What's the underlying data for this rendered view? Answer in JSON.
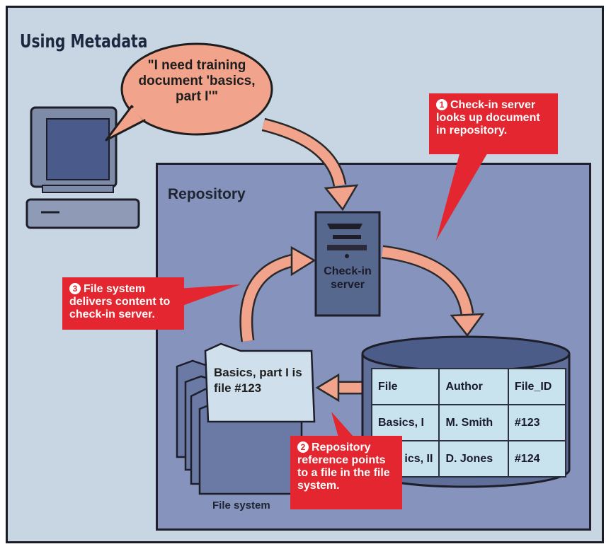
{
  "title": "Using Metadata",
  "speech_bubble": "\"I need training document 'basics, part I'\"",
  "repository": {
    "label": "Repository"
  },
  "server": {
    "label": "Check-in server"
  },
  "callouts": [
    {
      "num": "1",
      "text": "Check-in server looks up document in repository."
    },
    {
      "num": "2",
      "text": "Repository reference points to a file in the file system."
    },
    {
      "num": "3",
      "text": "File system delivers content to check-in server."
    }
  ],
  "file_system": {
    "label": "File system",
    "doc_text": "Basics, part I is file #123"
  },
  "table": {
    "headers": [
      "File",
      "Author",
      "File_ID"
    ],
    "rows": [
      [
        "Basics, I",
        "M. Smith",
        "#123"
      ],
      [
        "ics, II",
        "D. Jones",
        "#124"
      ]
    ]
  },
  "colors": {
    "background": "#c7d6e2",
    "repository": "#8593bd",
    "callout": "#e3262f",
    "arrow": "#f2a38c",
    "table": "#c9e3ee"
  }
}
